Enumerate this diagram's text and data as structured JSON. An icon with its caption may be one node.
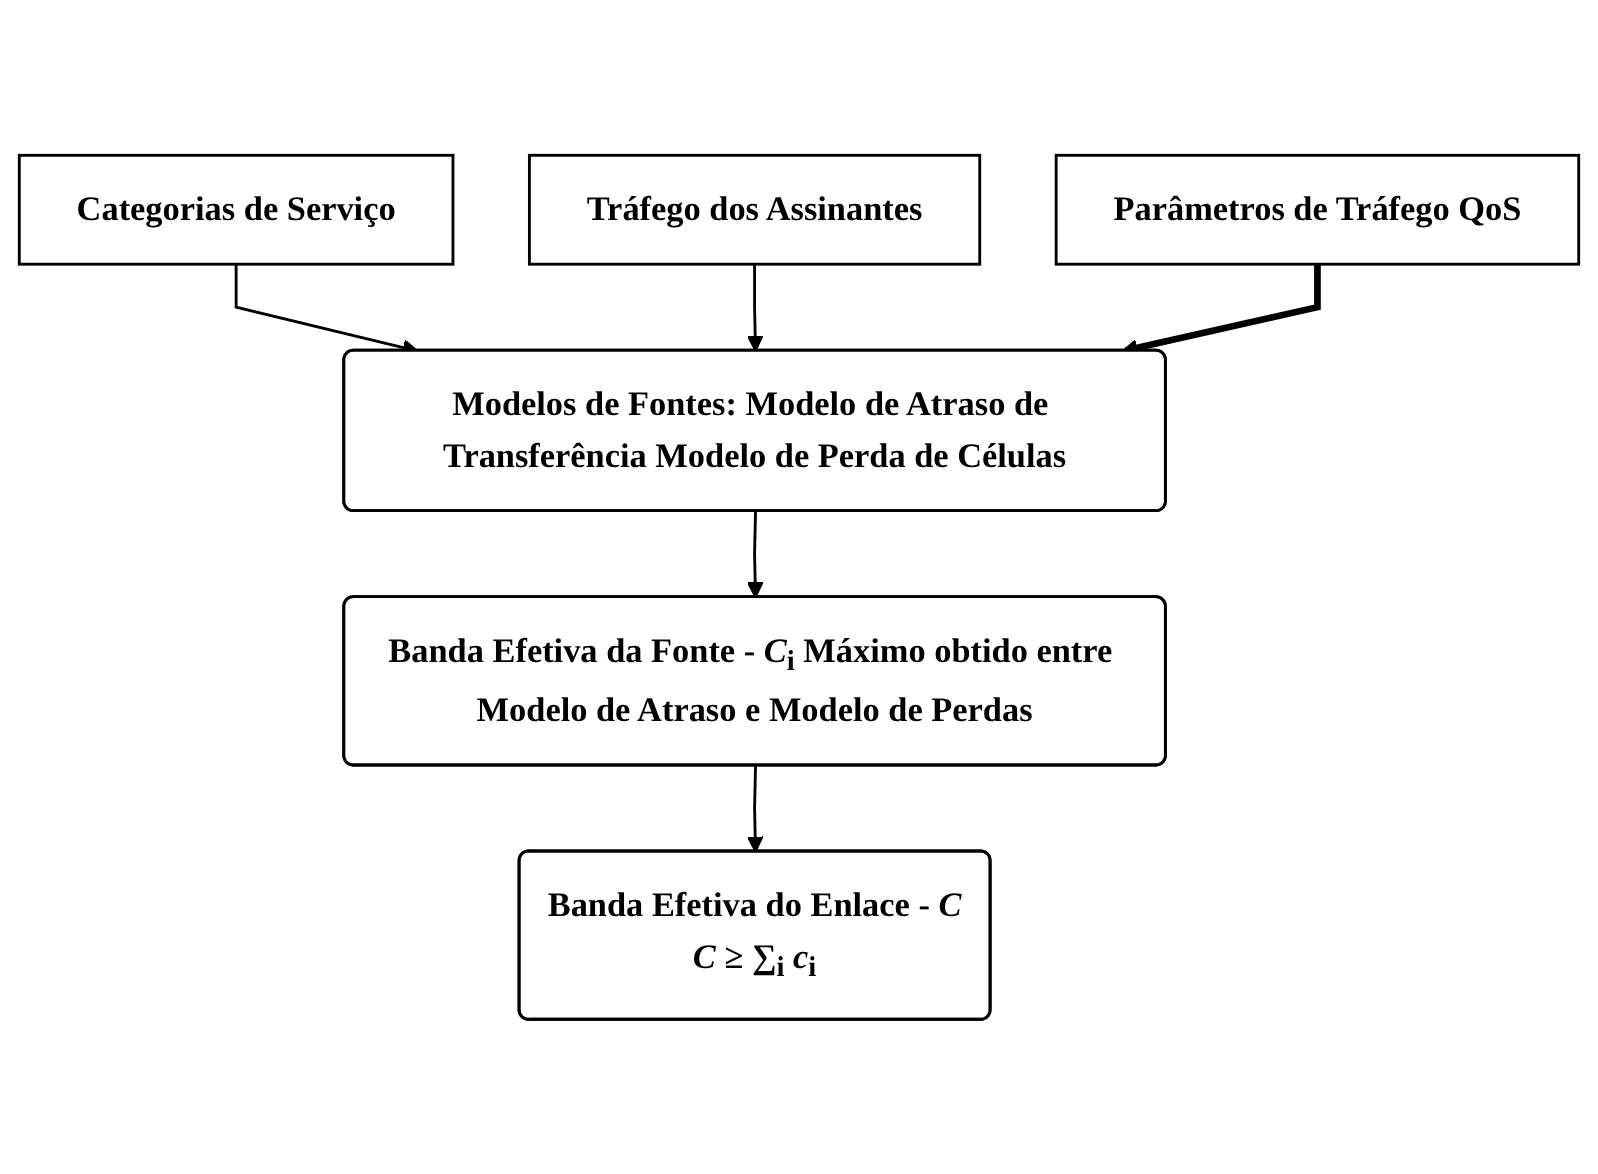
{
  "diagram": {
    "nodes": [
      {
        "text": [
          "Categorias de Serviço"
        ]
      },
      {
        "text": [
          "Tráfego dos Assinantes"
        ]
      },
      {
        "text": [
          "Parâmetros de Tráfego QoS"
        ]
      },
      {
        "text": [
          "Modelos de Fontes: Modelo de Atraso de Transferência Modelo de Perda de Células"
        ]
      },
      {
        "text": [
          "Banda Efetiva da Fonte - *C*$_{i}$ Máximo obtido entre Modelo de Atraso e Modelo de Perdas"
        ]
      },
      {
        "text": [
          "Banda Efetiva do Enlace - *C*",
          "*C* ≥ ∑$_{i}$ *c*$_{i}$"
        ]
      }
    ],
    "edges": [
      {
        "from": 0,
        "to": 3,
        "arrow": "to"
      },
      {
        "from": 1,
        "to": 3,
        "arrow": "to"
      },
      {
        "from": 2,
        "to": 3,
        "arrow": "to",
        "style": "thick"
      },
      {
        "from": 3,
        "to": 4,
        "arrow": "to"
      },
      {
        "from": 4,
        "to": 5,
        "arrow": "to"
      }
    ]
  }
}
